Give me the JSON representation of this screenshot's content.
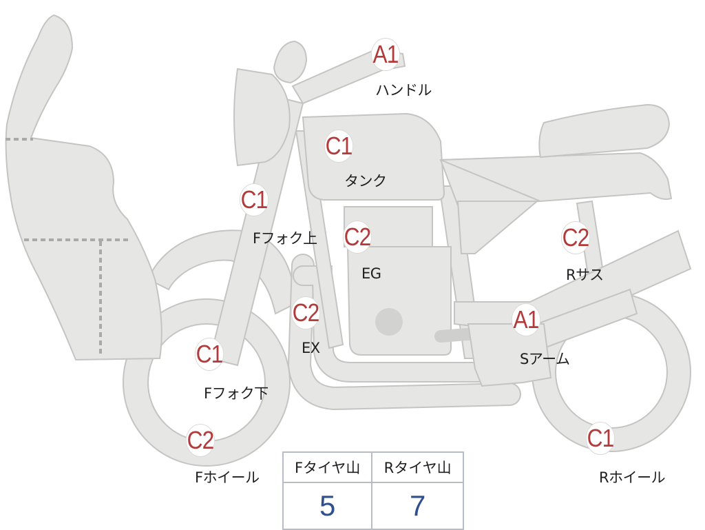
{
  "inspection_points": [
    {
      "id": "handle",
      "grade": "A1",
      "label": "ハンドル"
    },
    {
      "id": "tank",
      "grade": "C1",
      "label": "タンク"
    },
    {
      "id": "ffork-up",
      "grade": "C1",
      "label": "Fフォク上"
    },
    {
      "id": "eg",
      "grade": "C2",
      "label": "EG"
    },
    {
      "id": "rsus",
      "grade": "C2",
      "label": "Rサス"
    },
    {
      "id": "ex",
      "grade": "C2",
      "label": "EX"
    },
    {
      "id": "sarm",
      "grade": "A1",
      "label": "Sアーム"
    },
    {
      "id": "ffork-lo",
      "grade": "C1",
      "label": "Fフォク下"
    },
    {
      "id": "fwheel",
      "grade": "C2",
      "label": "Fホイール"
    },
    {
      "id": "rwheel",
      "grade": "C1",
      "label": "Rホイール"
    }
  ],
  "tire_tread": {
    "front_label": "Fタイヤ山",
    "rear_label": "Rタイヤ山",
    "front_value": "5",
    "rear_value": "7"
  },
  "colors": {
    "grade_text": "#b23a3a",
    "tread_value_text": "#2f4f8f",
    "bike_fill": "#e6e6e4"
  }
}
